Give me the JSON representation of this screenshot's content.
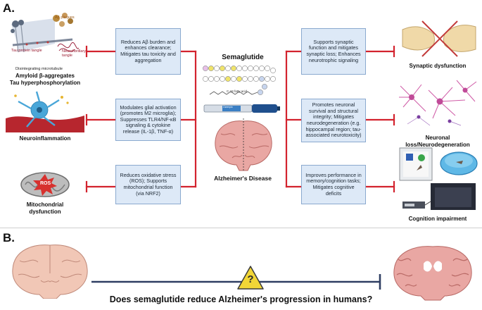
{
  "panel_a": {
    "letter": "A.",
    "left": [
      {
        "box_text": "Reduces Aβ burden and enhances clearance; Mitigates tau toxicity and aggregation",
        "caption": "Amyloid β-aggregates\nTau hyperphosphorylation",
        "labels": {
          "abeta": "Aβ plaques",
          "tangle": "Tau protein tangle",
          "nft": "Neurofibrillary tangle",
          "microtubule": "Disintegrating microtubule"
        }
      },
      {
        "box_text": "Modulates glial activation (promotes M2 microglia); Suppresses TLR4/NF-κB signaling & cytokine release (IL-1β, TNF-α)",
        "caption": "Neuroinflammation"
      },
      {
        "box_text": "Reduces oxidative stress (ROS); Supports mitochondrial function (via NRF2)",
        "caption": "Mitochondrial\ndysfunction",
        "ros_label": "ROS"
      }
    ],
    "center": {
      "title": "Semaglutide",
      "fatty_acid_label": "C-18 fatty acid",
      "pen_label": "Ozempic",
      "brain_label": "Alzheimer's Disease"
    },
    "right": [
      {
        "box_text": "Supports synaptic function and mitigates synaptic loss; Enhances neurotrophic signaling",
        "caption": "Synaptic dysfunction"
      },
      {
        "box_text": "Promotes neuronal survival and structural integrity; Mitigates neurodegeneration (e.g. hippocampal region; tau-associated neurotoxicity)",
        "caption": "Neuronal loss/Neurodegeneration"
      },
      {
        "box_text": "Improves performance in memory/cognition tasks; Mitigates cognitive deficits",
        "caption": "Cognition impairment"
      }
    ]
  },
  "panel_b": {
    "letter": "B.",
    "warning_symbol": "?",
    "question": "Does semaglutide reduce Alzheimer's progression in humans?"
  },
  "colors": {
    "inhibit_line": "#d3232e",
    "box_fill": "#dde9f7",
    "box_border": "#8aa9cf",
    "bottom_arrow": "#2f3e63",
    "warning": "#f2d636",
    "brain": "#e9a7a3"
  }
}
